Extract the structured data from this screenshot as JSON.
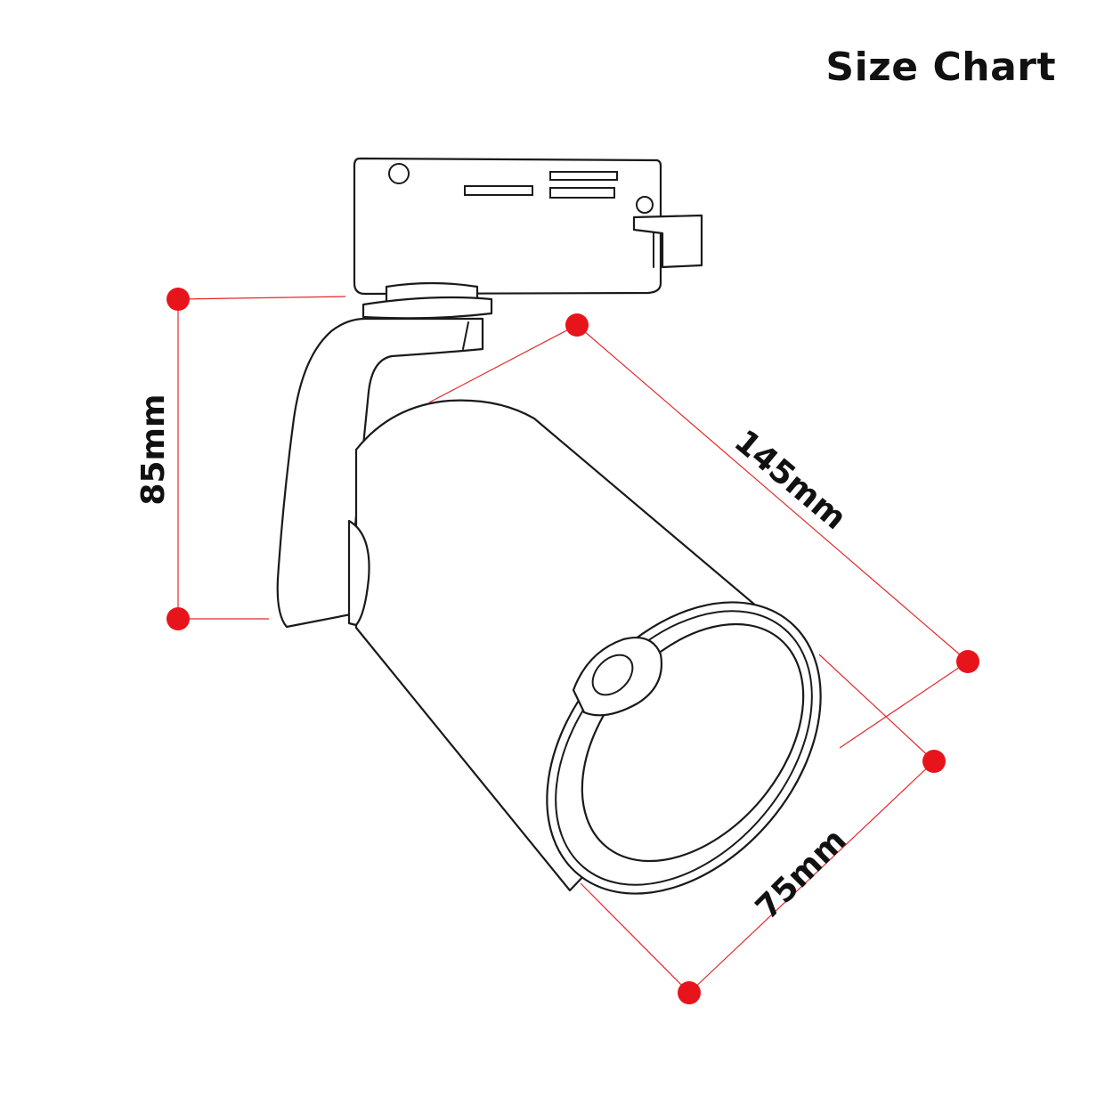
{
  "title": "Size Chart",
  "colors": {
    "dimension": "#e8141b",
    "outline": "#1a1a1a",
    "background": "#ffffff"
  },
  "dimensions": {
    "height": "85mm",
    "length": "145mm",
    "diameter": "75mm"
  }
}
